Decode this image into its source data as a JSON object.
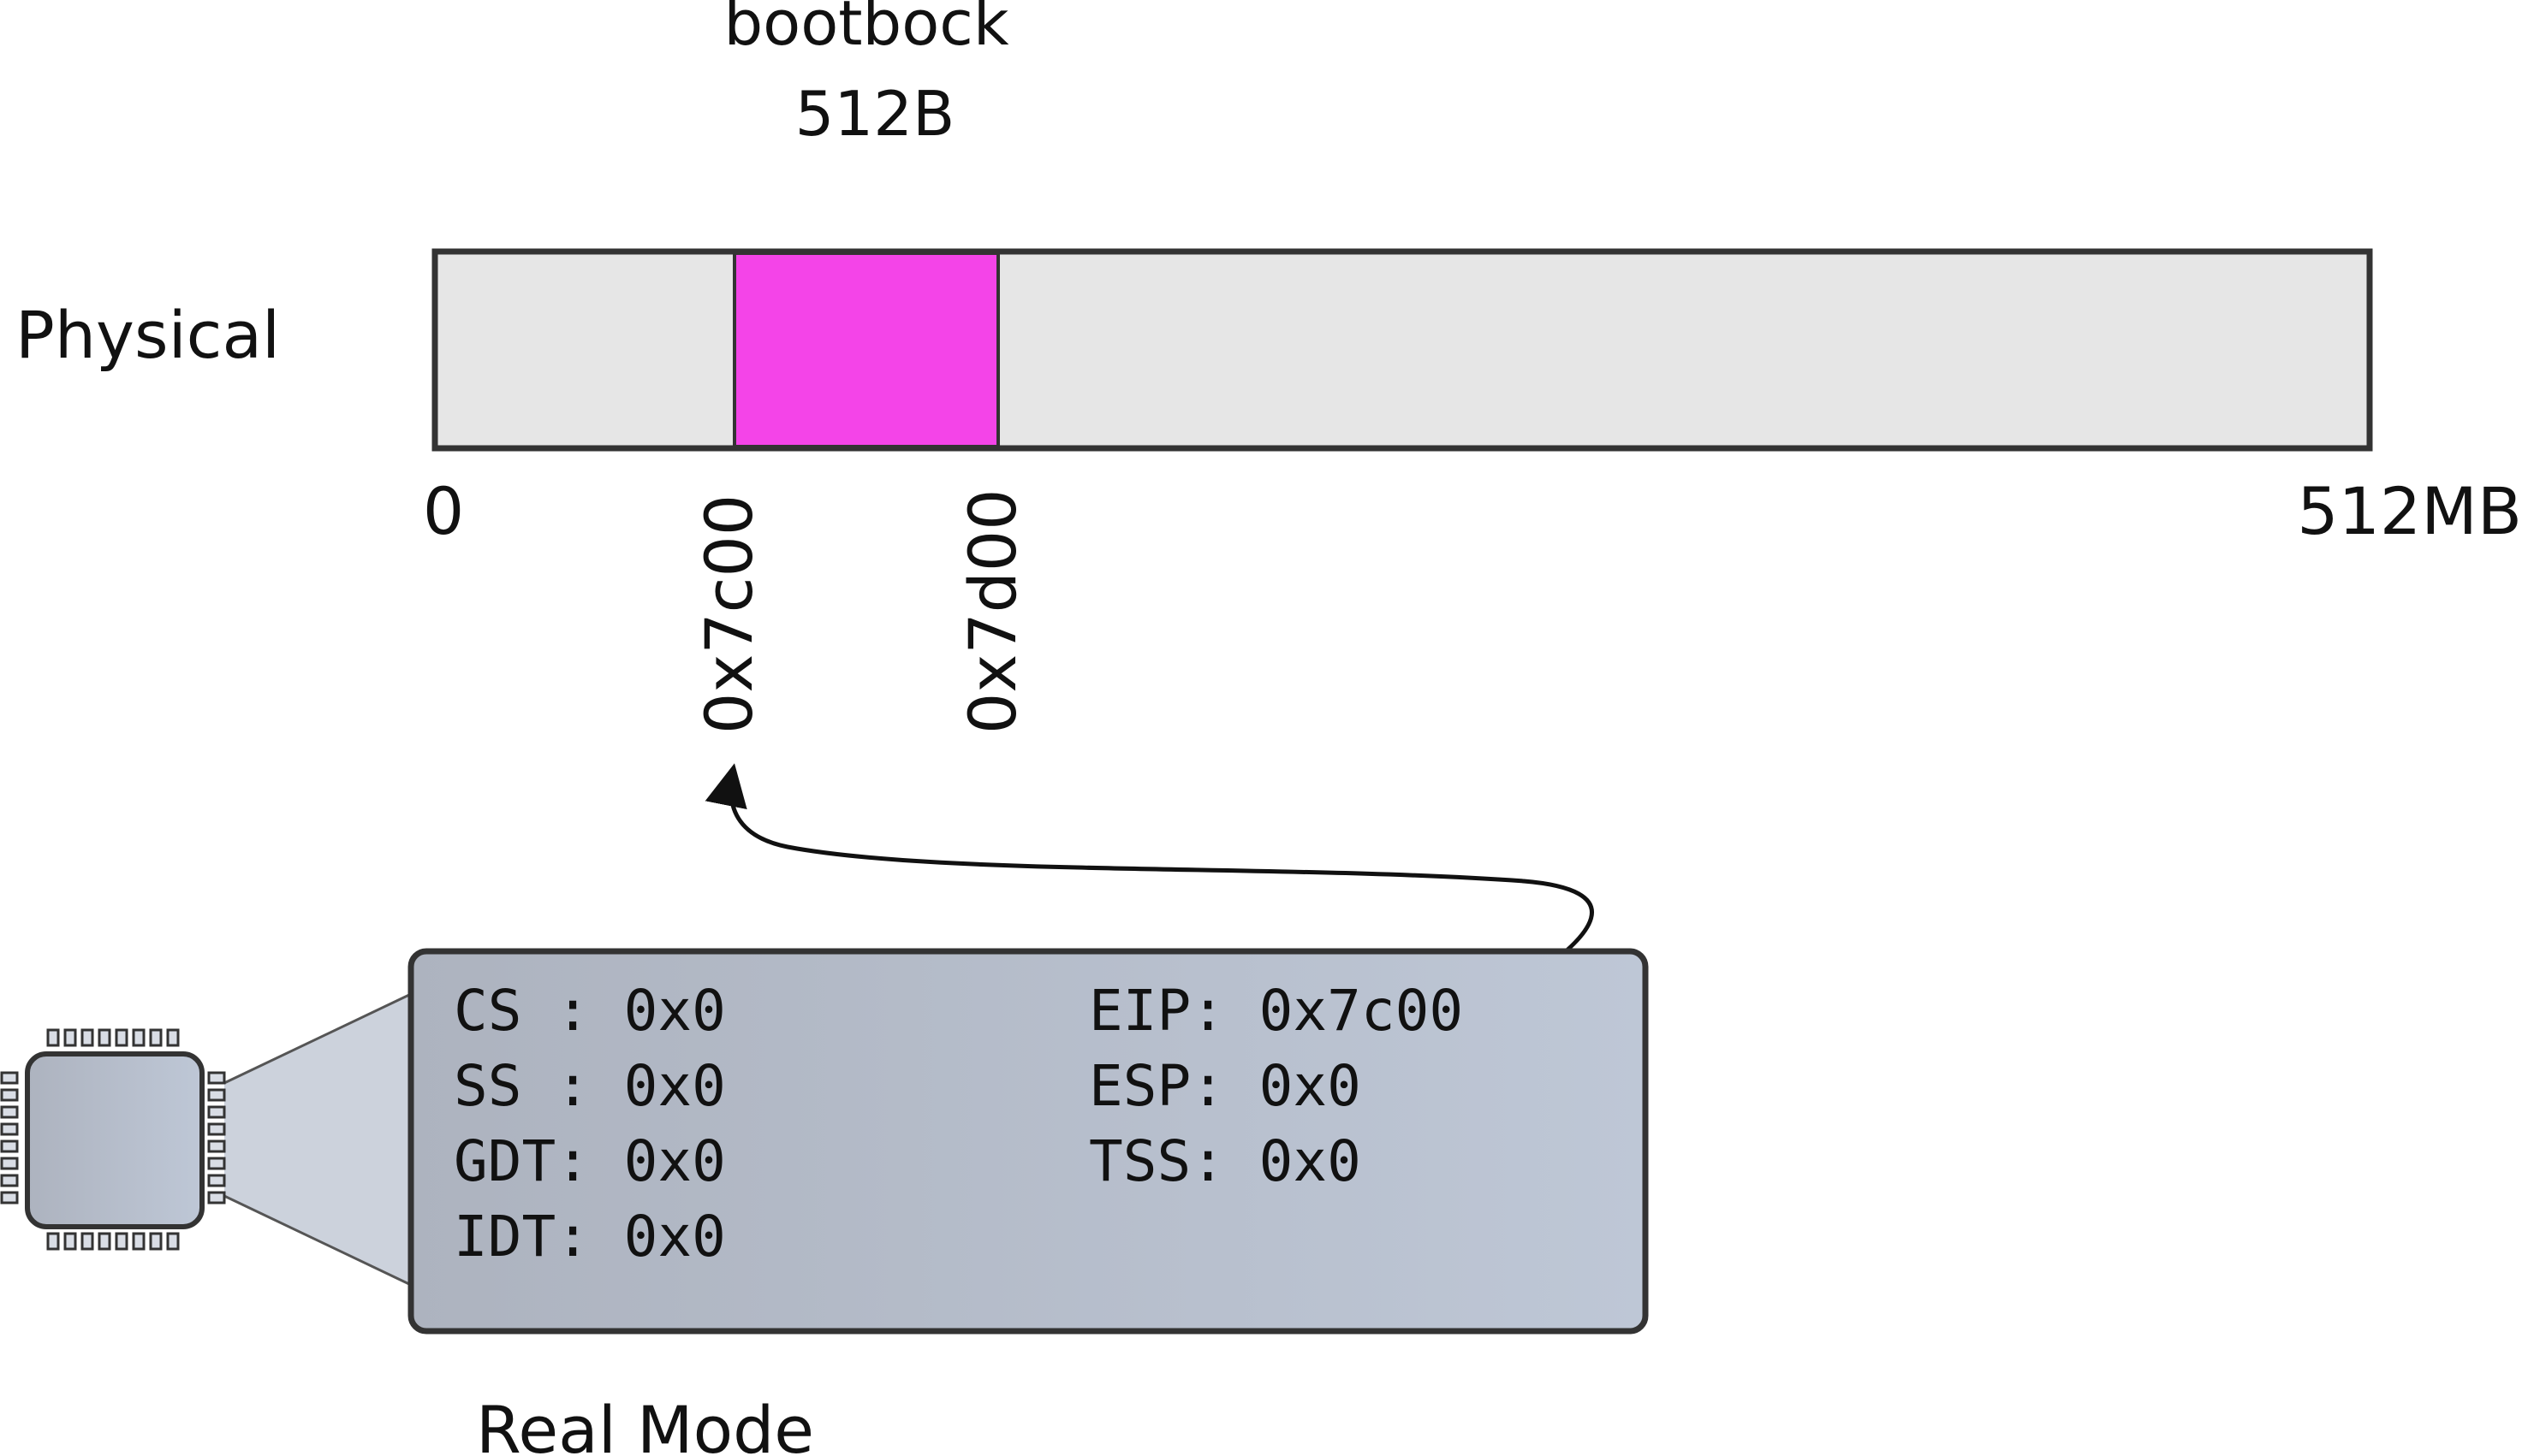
{
  "memory": {
    "row_label": "Physical",
    "region_label_line1": "bootbock",
    "region_label_line2": "512B",
    "start_label": "0",
    "region_start_label": "0x7c00",
    "region_end_label": "0x7d00",
    "end_label": "512MB",
    "bar_color": "#e6e6e6",
    "region_color": "#f444e8"
  },
  "cpu": {
    "mode_label": "Real Mode",
    "panel_color": "#bcc4d2",
    "registers": {
      "cs": "CS : 0x0",
      "ss": "SS : 0x0",
      "gdt": "GDT: 0x0",
      "idt": "IDT: 0x0",
      "eip": "EIP: 0x7c00",
      "esp": "ESP: 0x0",
      "tss": "TSS: 0x0"
    }
  }
}
